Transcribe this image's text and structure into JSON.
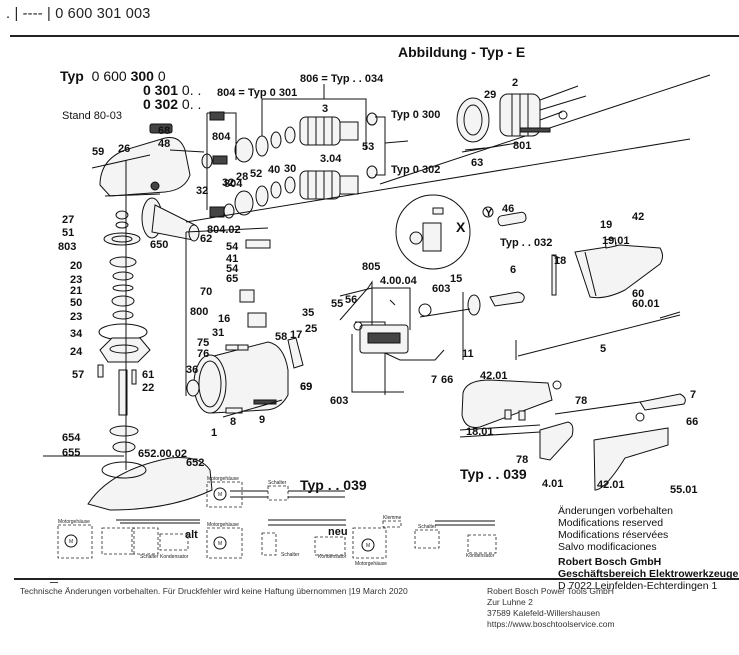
{
  "header": {
    "breadcrumb": ". | ---- | 0 600 301 003",
    "figure_title": "Abbildung - Typ - E"
  },
  "type_block": {
    "typ_label": "Typ",
    "numbers": [
      {
        "prefix": "0 600 ",
        "bold": "300",
        "suffix": " 0"
      },
      {
        "prefix": "",
        "bold": "0 301",
        "suffix": " 0. ."
      },
      {
        "prefix": "",
        "bold": "0 302",
        "suffix": " 0. ."
      }
    ],
    "stand": "Stand 80-03"
  },
  "callouts": {
    "c806": "806 = Typ . . 034",
    "c804typ": "804 = Typ 0 301",
    "typ0300": "Typ 0 300",
    "typ0302": "Typ 0 302",
    "typ032": "Typ . . 032",
    "typ039a": "Typ . . 039",
    "typ039b": "Typ . . 039",
    "x_mark": "X",
    "y_mark": "Y"
  },
  "part_labels": [
    "68",
    "48",
    "26",
    "59",
    "32",
    "804",
    "804",
    "3",
    "2",
    "29",
    "53",
    "52",
    "40",
    "30",
    "28",
    "3.04",
    "801",
    "63",
    "32",
    "62",
    "804.02",
    "27",
    "51",
    "803",
    "650",
    "20",
    "23",
    "21",
    "50",
    "23",
    "34",
    "24",
    "57",
    "61",
    "22",
    "654",
    "655",
    "652.00.02",
    "652",
    "54",
    "41",
    "54",
    "65",
    "70",
    "800",
    "16",
    "31",
    "75",
    "76",
    "36",
    "1",
    "8",
    "9",
    "58",
    "17",
    "69",
    "35",
    "25",
    "69",
    "603",
    "805",
    "55",
    "56",
    "4.00.04",
    "603",
    "15",
    "6",
    "18",
    "19",
    "19.01",
    "42",
    "60",
    "60.01",
    "46",
    "11",
    "5",
    "7",
    "66",
    "42.01",
    "78",
    "18.01",
    "78",
    "7",
    "66",
    "4.01",
    "42.01",
    "55.01"
  ],
  "wiring": {
    "motorgehause": "Motorgehäuse",
    "schalter": "Schalter",
    "kondensator": "Kondensator",
    "klemme": "Klemme",
    "alt": "alt",
    "neu": "neu",
    "motor_symbol": "M"
  },
  "notes": {
    "lines": [
      "Änderungen vorbehalten",
      "Modifications reserved",
      "Modifications réservées",
      "Salvo modificaciones"
    ],
    "company": "Robert Bosch GmbH",
    "division": "Geschäftsbereich Elektrowerkzeuge",
    "address": "D 7022 Leinfelden-Echterdingen 1"
  },
  "footer": {
    "disclaimer": "Technische Änderungen vorbehalten. Für Druckfehler wird keine Haftung übernommen |19 March 2020",
    "company": "Robert Bosch Power Tools GmbH",
    "street": "Zur Luhne 2",
    "city": "37589 Kalefeld-Willershausen",
    "url": "https://www.boschtoolservice.com"
  }
}
